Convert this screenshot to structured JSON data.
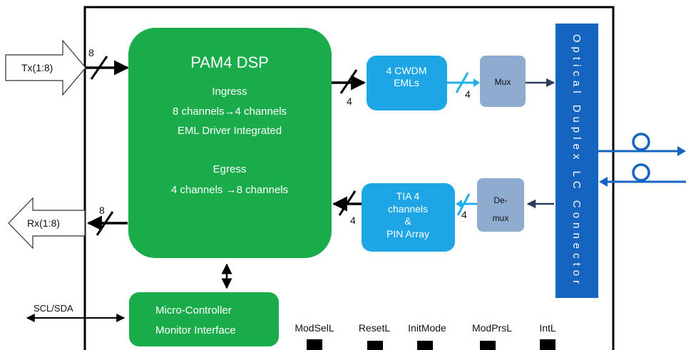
{
  "io": {
    "tx_label": "Tx(1:8)",
    "rx_label": "Rx(1:8)",
    "tx_width": "8",
    "rx_width": "8",
    "i2c_label": "SCL/SDA"
  },
  "dsp": {
    "title": "PAM4 DSP",
    "ingress_heading": "Ingress",
    "ingress_channels": "8 channels→4 channels",
    "ingress_driver": "EML Driver Integrated",
    "egress_heading": "Egress",
    "egress_channels": "4 channels →8 channels"
  },
  "tx_path": {
    "dsp_to_eml_width": "4",
    "eml_line1": "4 CWDM",
    "eml_line2": "EMLs",
    "eml_to_mux_width": "4",
    "mux_label": "Mux"
  },
  "rx_path": {
    "tia_line1": "TIA 4",
    "tia_line2": "channels",
    "tia_line3": "&",
    "tia_line4": "PIN Array",
    "tia_to_dsp_width": "4",
    "demux_to_tia_width": "4",
    "demux_line1": "De-",
    "demux_line2": "mux"
  },
  "connector": {
    "label": "Optical Duplex LC Connector"
  },
  "micro": {
    "line1": "Micro-Controller",
    "line2": "Monitor Interface"
  },
  "pins": [
    "ModSelL",
    "ResetL",
    "InitMode",
    "ModPrsL",
    "IntL"
  ],
  "colors": {
    "dsp_green": "#1aac4b",
    "light_blue": "#1ea5e6",
    "gray_blue": "#8fabcf",
    "connector_blue": "#1565c0",
    "arrow_dark": "#2c3e5a",
    "arrow_cyan": "#22b0e8"
  }
}
